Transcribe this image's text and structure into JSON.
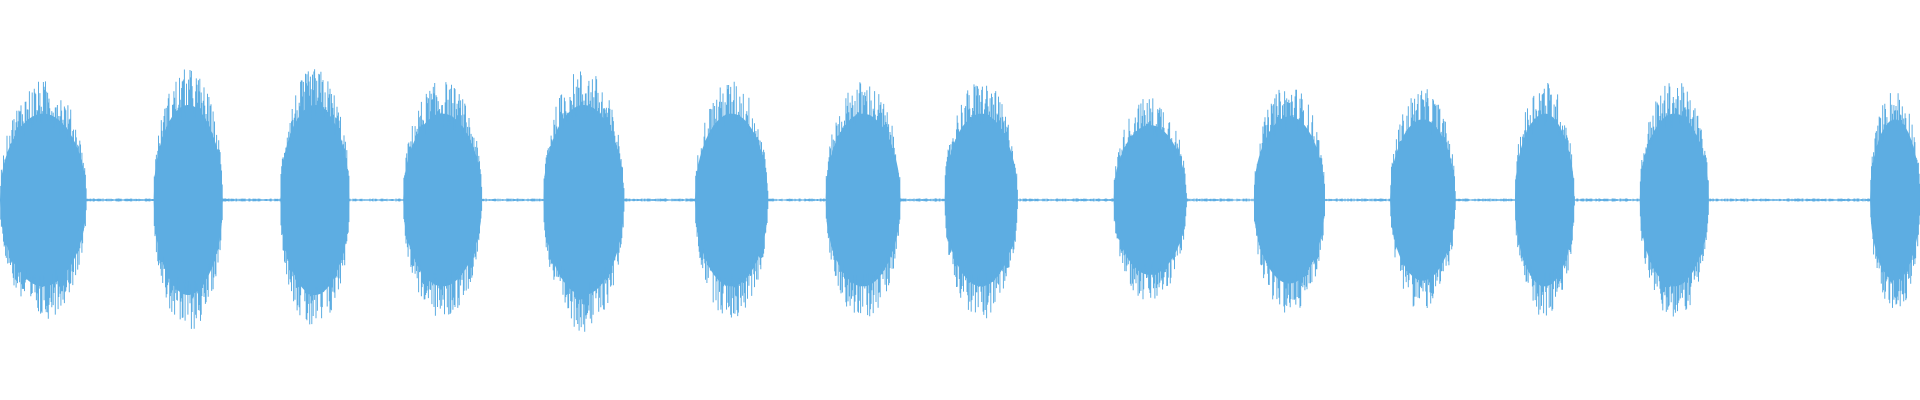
{
  "waveform": {
    "color": "#5dade2",
    "background": "#ffffff",
    "baseline_amplitude": 0.008,
    "bursts": [
      {
        "start": 0.0,
        "end": 0.045,
        "amplitude": 0.6
      },
      {
        "start": 0.08,
        "end": 0.116,
        "amplitude": 0.66
      },
      {
        "start": 0.146,
        "end": 0.182,
        "amplitude": 0.66
      },
      {
        "start": 0.21,
        "end": 0.251,
        "amplitude": 0.6
      },
      {
        "start": 0.283,
        "end": 0.325,
        "amplitude": 0.66
      },
      {
        "start": 0.362,
        "end": 0.4,
        "amplitude": 0.6
      },
      {
        "start": 0.43,
        "end": 0.469,
        "amplitude": 0.6
      },
      {
        "start": 0.492,
        "end": 0.53,
        "amplitude": 0.6
      },
      {
        "start": 0.58,
        "end": 0.618,
        "amplitude": 0.52
      },
      {
        "start": 0.653,
        "end": 0.69,
        "amplitude": 0.58
      },
      {
        "start": 0.724,
        "end": 0.758,
        "amplitude": 0.56
      },
      {
        "start": 0.789,
        "end": 0.82,
        "amplitude": 0.6
      },
      {
        "start": 0.854,
        "end": 0.89,
        "amplitude": 0.6
      },
      {
        "start": 0.974,
        "end": 1.0,
        "amplitude": 0.56
      }
    ]
  }
}
